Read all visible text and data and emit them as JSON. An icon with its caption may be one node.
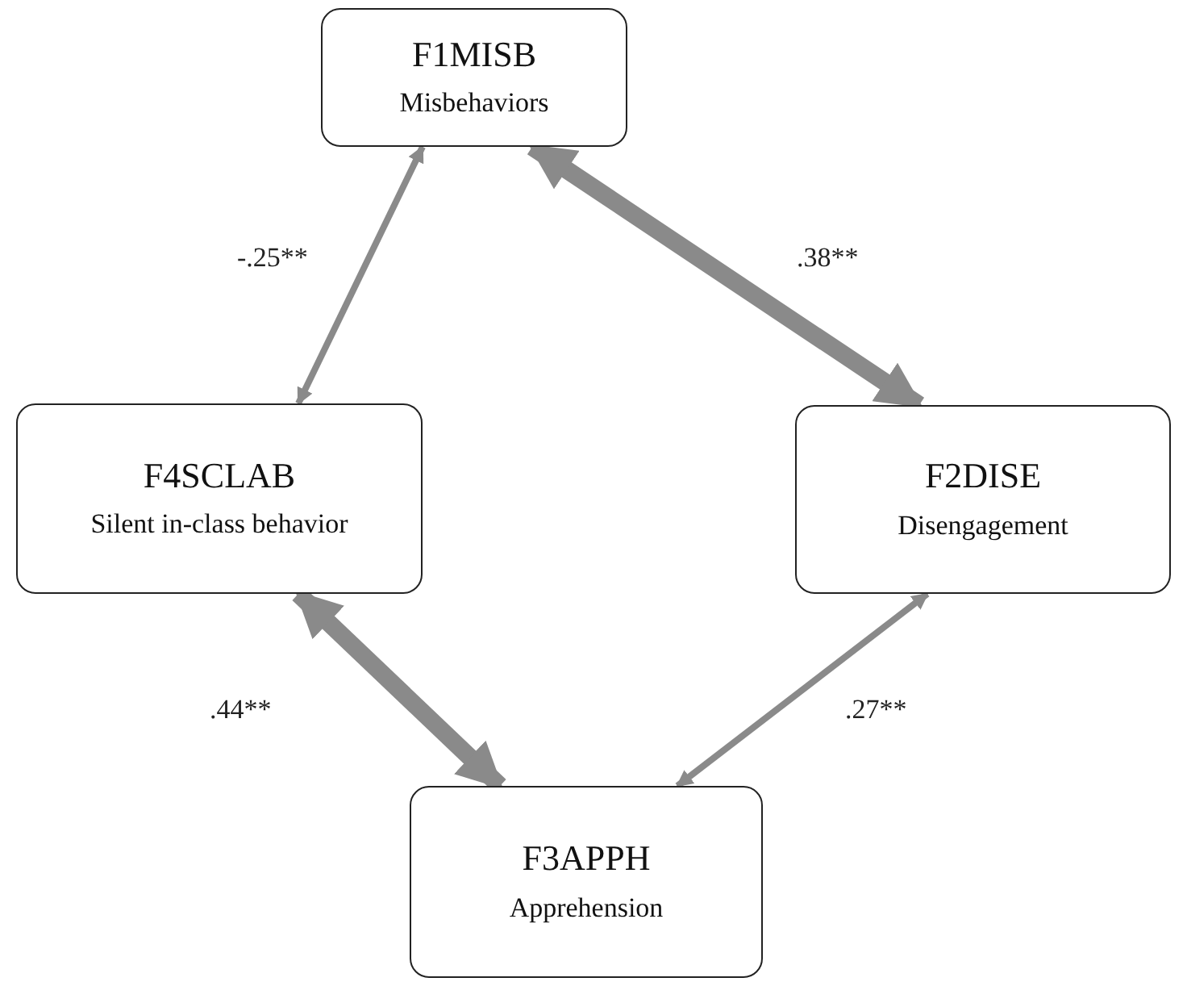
{
  "diagram": {
    "nodes": [
      {
        "text": [
          "F1MISB",
          "Misbehaviors"
        ]
      },
      {
        "text": [
          "F4SCLAB",
          "Silent in-class behavior"
        ]
      },
      {
        "text": [
          "F2DISE",
          "Disengagement"
        ]
      },
      {
        "text": [
          "F3APPH",
          "Apprehension"
        ]
      }
    ],
    "edges": [
      {
        "from": 0,
        "to": 1,
        "arrow": "both",
        "label": "-.25**"
      },
      {
        "from": 0,
        "to": 2,
        "arrow": "both",
        "label": ".38**",
        "style": "thick"
      },
      {
        "from": 1,
        "to": 3,
        "arrow": "both",
        "label": ".44**",
        "style": "thick"
      },
      {
        "from": 2,
        "to": 3,
        "arrow": "both",
        "label": ".27**"
      }
    ]
  }
}
